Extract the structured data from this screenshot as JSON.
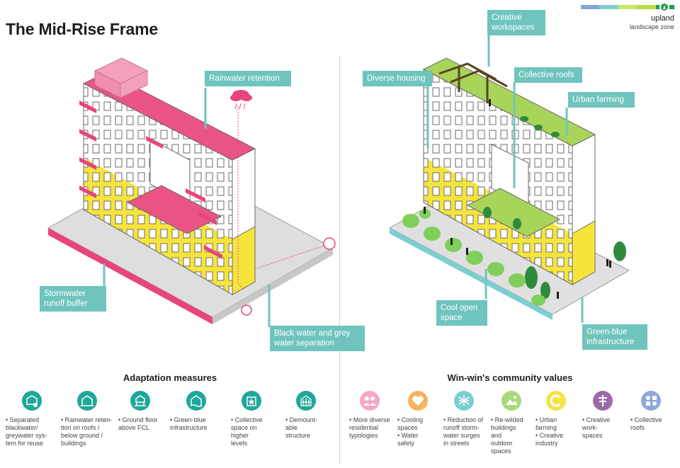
{
  "title": "The Mid-Rise Frame",
  "zone": {
    "name": "upland",
    "subtitle": "landscape zone",
    "colors": [
      "#7fa8d8",
      "#7ccfd0",
      "#c5e86c",
      "#b9dd4a",
      "#1f9e4a"
    ]
  },
  "colors": {
    "teal": "#6fc4bd",
    "pink": "#e8457a",
    "yellow": "#f6e43c",
    "green": "#9ccd4e"
  },
  "left_callouts": {
    "rainwater": "Rainwater retention",
    "stormwater": "Stormwater\nrunoff buffer",
    "blackwater": "Black water and grey\nwater separation"
  },
  "right_callouts": {
    "creative": "Creative\nworkspaces",
    "diverse": "Diverse housing",
    "collective": "Collective roofs",
    "farming": "Urban farming",
    "cool": "Cool open\nspace",
    "greenblue": "Green-blue\ninfrastructure"
  },
  "adaptation": {
    "title": "Adaptation measures",
    "items": [
      {
        "icon": "building-drain-icon",
        "label": "• Separated\n  blackwater/\n  greywater sys-\n  tem for reuse"
      },
      {
        "icon": "building-roof-icon",
        "label": "• Rainwater reten-\n  tion on roofs /\n  below ground /\n  buildings"
      },
      {
        "icon": "raised-house-icon",
        "label": "• Ground floor\n  above FCL"
      },
      {
        "icon": "green-blue-house-icon",
        "label": "• Green-blue\n  infrastructure"
      },
      {
        "icon": "collective-space-icon",
        "label": "• Collective\n  space on\n  higher\n  levels"
      },
      {
        "icon": "demountable-icon",
        "label": "• Demount-\n  able\n  structure"
      }
    ]
  },
  "winwin": {
    "title": "Win-win's community values",
    "items": [
      {
        "icon": "people-icon",
        "color": "#f4a8c8",
        "label": "• More diverse\n  residential\n  typologies"
      },
      {
        "icon": "heart-icon",
        "color": "#f6b25c",
        "label": "• Cooling\n  spaces\n• Water\n  safety"
      },
      {
        "icon": "grid-icon",
        "color": "#7ccfd0",
        "label": "• Reduction of\n  runoff storm-\n  water surges\n  in streets"
      },
      {
        "icon": "landscape-icon",
        "color": "#a8d97a",
        "label": "• Re-wilded\n  buildings\n  and\n  outdoor\n  spaces"
      },
      {
        "icon": "c-icon",
        "color": "#f4e24a",
        "label": "• Urban\n  farming\n• Creative\n  industry"
      },
      {
        "icon": "sign-icon",
        "color": "#9c6aa8",
        "label": "• Creative\n  work-\n  spaces"
      },
      {
        "icon": "community-icon",
        "color": "#8ea8dd",
        "label": "• Collective\n  roofs"
      }
    ]
  }
}
